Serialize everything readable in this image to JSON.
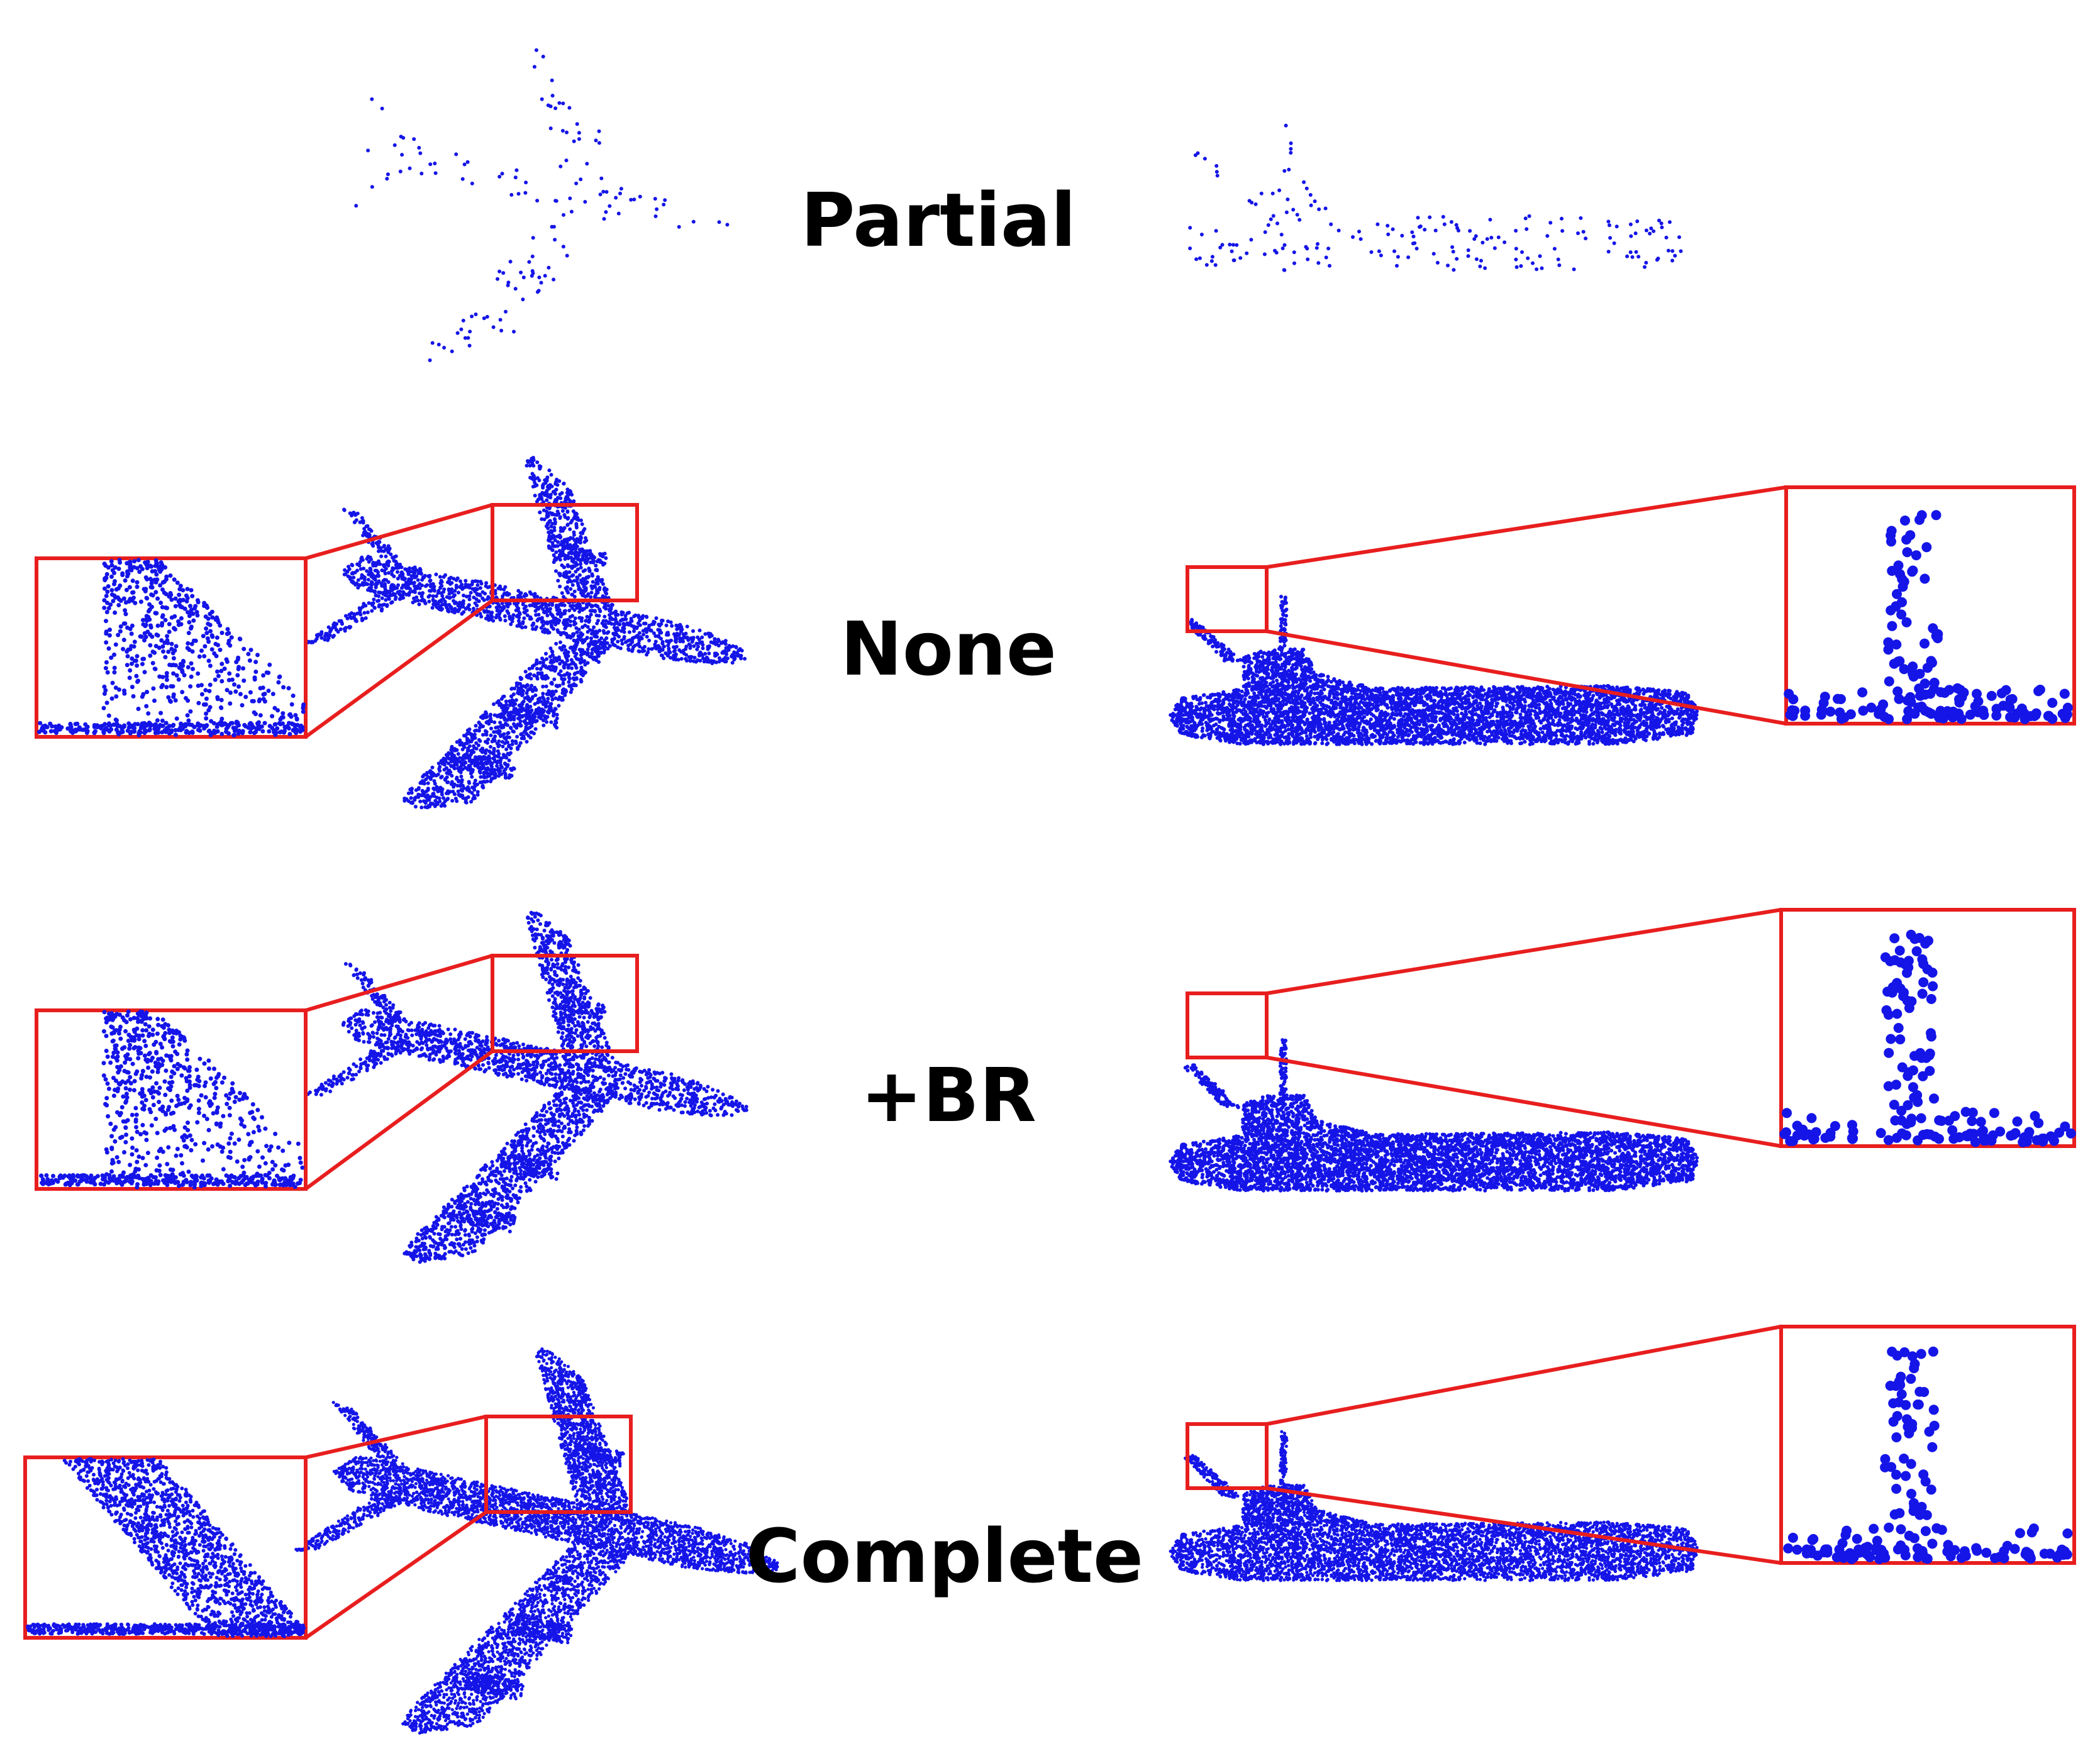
{
  "figure": {
    "rows": [
      {
        "id": "partial",
        "label": "Partial",
        "density": 0.3,
        "zoom": false
      },
      {
        "id": "none",
        "label": "None",
        "density": 1.0,
        "zoom": true
      },
      {
        "id": "br",
        "label": "+BR",
        "density": 1.0,
        "zoom": true
      },
      {
        "id": "complete",
        "label": "Complete",
        "density": 1.0,
        "zoom": true
      }
    ],
    "columns": [
      {
        "id": "airplane",
        "object": "airplane"
      },
      {
        "id": "ship",
        "object": "ship"
      }
    ]
  },
  "colors": {
    "points": "#1515e8",
    "zoom_box": "#e81e1e",
    "label": "#000000",
    "background": "#ffffff"
  }
}
